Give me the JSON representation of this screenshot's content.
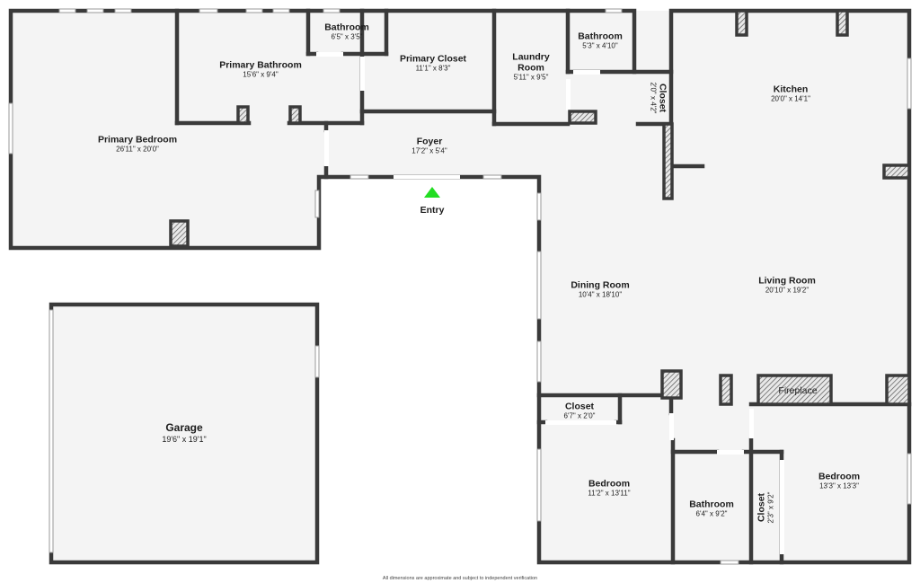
{
  "rooms": {
    "primary_bedroom": {
      "name": "Primary Bedroom",
      "dims": "26'11\" x 20'0\""
    },
    "primary_bathroom": {
      "name": "Primary Bathroom",
      "dims": "15'6\" x 9'4\""
    },
    "bathroom_small": {
      "name": "Bathroom",
      "dims": "6'5\" x 3'5\""
    },
    "primary_closet": {
      "name": "Primary Closet",
      "dims": "11'1\" x 8'3\""
    },
    "laundry_room": {
      "name": "Laundry Room",
      "dims": "5'11\" x 9'5\""
    },
    "bathroom_laundry": {
      "name": "Bathroom",
      "dims": "5'3\" x 4'10\""
    },
    "closet_hall": {
      "name": "Closet",
      "dims": "2'0\" x 4'2\""
    },
    "kitchen": {
      "name": "Kitchen",
      "dims": "20'0\" x 14'1\""
    },
    "foyer": {
      "name": "Foyer",
      "dims": "17'2\" x 5'4\""
    },
    "dining_room": {
      "name": "Dining Room",
      "dims": "10'4\" x 18'10\""
    },
    "living_room": {
      "name": "Living Room",
      "dims": "20'10\" x 19'2\""
    },
    "garage": {
      "name": "Garage",
      "dims": "19'6\" x 19'1\""
    },
    "closet_bed": {
      "name": "Closet",
      "dims": "6'7\" x 2'0\""
    },
    "bedroom_1": {
      "name": "Bedroom",
      "dims": "11'2\" x 13'11\""
    },
    "bathroom_hall": {
      "name": "Bathroom",
      "dims": "6'4\" x 9'2\""
    },
    "closet_small": {
      "name": "Closet",
      "dims": "2'3\" x 9'2\""
    },
    "bedroom_2": {
      "name": "Bedroom",
      "dims": "13'3\" x 13'3\""
    }
  },
  "fireplace": "Fireplace",
  "entry": "Entry",
  "footnote": "All dimensions are approximate and subject to independent verification",
  "colors": {
    "wall": "#3a3a3a",
    "floor": "#f4f4f4",
    "entry_marker": "#22dd22"
  }
}
